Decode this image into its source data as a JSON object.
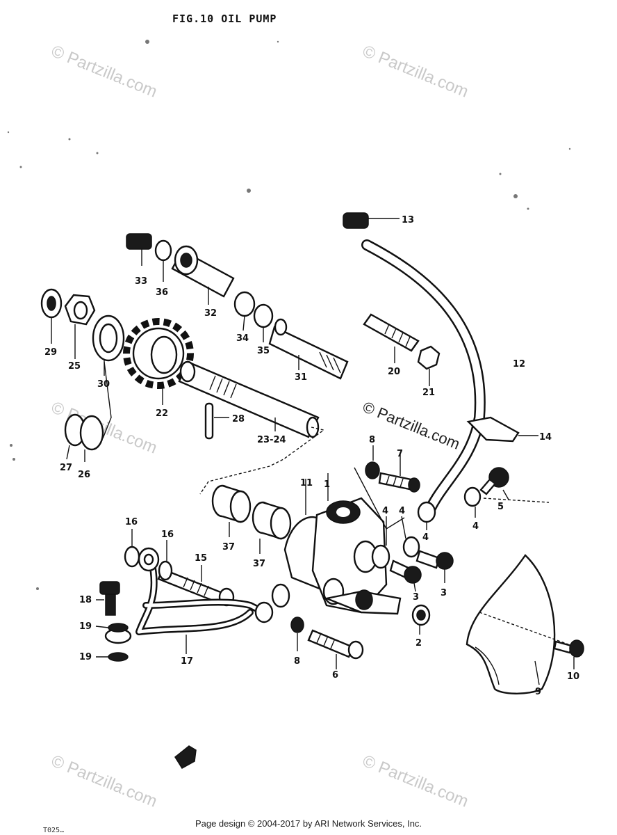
{
  "title": "FIG.10  OIL PUMP",
  "watermark_text": "© Partzilla.com",
  "footer": "Page design © 2004-2017 by ARI Network Services, Inc.",
  "code": "T025…",
  "parts": [
    {
      "name": "part-1",
      "label": "1"
    },
    {
      "name": "part-2",
      "label": "2"
    },
    {
      "name": "part-3a",
      "label": "3"
    },
    {
      "name": "part-3b",
      "label": "3"
    },
    {
      "name": "part-4a",
      "label": "4"
    },
    {
      "name": "part-4b",
      "label": "4"
    },
    {
      "name": "part-4c",
      "label": "4"
    },
    {
      "name": "part-4d",
      "label": "4"
    },
    {
      "name": "part-5",
      "label": "5"
    },
    {
      "name": "part-6",
      "label": "6"
    },
    {
      "name": "part-7",
      "label": "7"
    },
    {
      "name": "part-8a",
      "label": "8"
    },
    {
      "name": "part-8b",
      "label": "8"
    },
    {
      "name": "part-9",
      "label": "9"
    },
    {
      "name": "part-10",
      "label": "10"
    },
    {
      "name": "part-11",
      "label": "11"
    },
    {
      "name": "part-12",
      "label": "12"
    },
    {
      "name": "part-13",
      "label": "13"
    },
    {
      "name": "part-14",
      "label": "14"
    },
    {
      "name": "part-15",
      "label": "15"
    },
    {
      "name": "part-16a",
      "label": "16"
    },
    {
      "name": "part-16b",
      "label": "16"
    },
    {
      "name": "part-17",
      "label": "17"
    },
    {
      "name": "part-18",
      "label": "18"
    },
    {
      "name": "part-19a",
      "label": "19"
    },
    {
      "name": "part-19b",
      "label": "19"
    },
    {
      "name": "part-20",
      "label": "20"
    },
    {
      "name": "part-21",
      "label": "21"
    },
    {
      "name": "part-22",
      "label": "22"
    },
    {
      "name": "part-23-24",
      "label": "23-24"
    },
    {
      "name": "part-25",
      "label": "25"
    },
    {
      "name": "part-26",
      "label": "26"
    },
    {
      "name": "part-27",
      "label": "27"
    },
    {
      "name": "part-28",
      "label": "28"
    },
    {
      "name": "part-29",
      "label": "29"
    },
    {
      "name": "part-30",
      "label": "30"
    },
    {
      "name": "part-31",
      "label": "31"
    },
    {
      "name": "part-32",
      "label": "32"
    },
    {
      "name": "part-33",
      "label": "33"
    },
    {
      "name": "part-34",
      "label": "34"
    },
    {
      "name": "part-35",
      "label": "35"
    },
    {
      "name": "part-36",
      "label": "36"
    },
    {
      "name": "part-37a",
      "label": "37"
    },
    {
      "name": "part-37b",
      "label": "37"
    }
  ]
}
